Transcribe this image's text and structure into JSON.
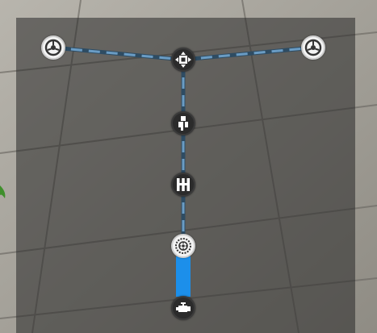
{
  "game": {
    "view": "vehicle-drivetrain-overlay",
    "colors": {
      "panel": "#282828",
      "shaft_dashed": "#5b86a8",
      "shaft_active": "#1e8fe6",
      "node_dark": "#2b2b2b",
      "node_light": "#f3f3f3",
      "ground": "#a9a79f"
    },
    "nodes": [
      {
        "id": "wheel-front-left",
        "icon": "wheel-icon",
        "style": "light"
      },
      {
        "id": "wheel-front-right",
        "icon": "wheel-icon",
        "style": "light"
      },
      {
        "id": "differential",
        "icon": "differential-icon",
        "style": "dark"
      },
      {
        "id": "transfer-case",
        "icon": "transfer-case-icon",
        "style": "dark"
      },
      {
        "id": "gearbox",
        "icon": "gearbox-icon",
        "style": "dark"
      },
      {
        "id": "clutch",
        "icon": "clutch-icon",
        "style": "light"
      },
      {
        "id": "engine",
        "icon": "engine-icon",
        "style": "dark"
      }
    ],
    "shafts": [
      {
        "from": "wheel-front-left",
        "to": "differential",
        "state": "idle"
      },
      {
        "from": "differential",
        "to": "wheel-front-right",
        "state": "idle"
      },
      {
        "from": "differential",
        "to": "transfer-case",
        "state": "idle"
      },
      {
        "from": "transfer-case",
        "to": "gearbox",
        "state": "idle"
      },
      {
        "from": "gearbox",
        "to": "clutch",
        "state": "idle"
      },
      {
        "from": "clutch",
        "to": "engine",
        "state": "active"
      }
    ]
  }
}
